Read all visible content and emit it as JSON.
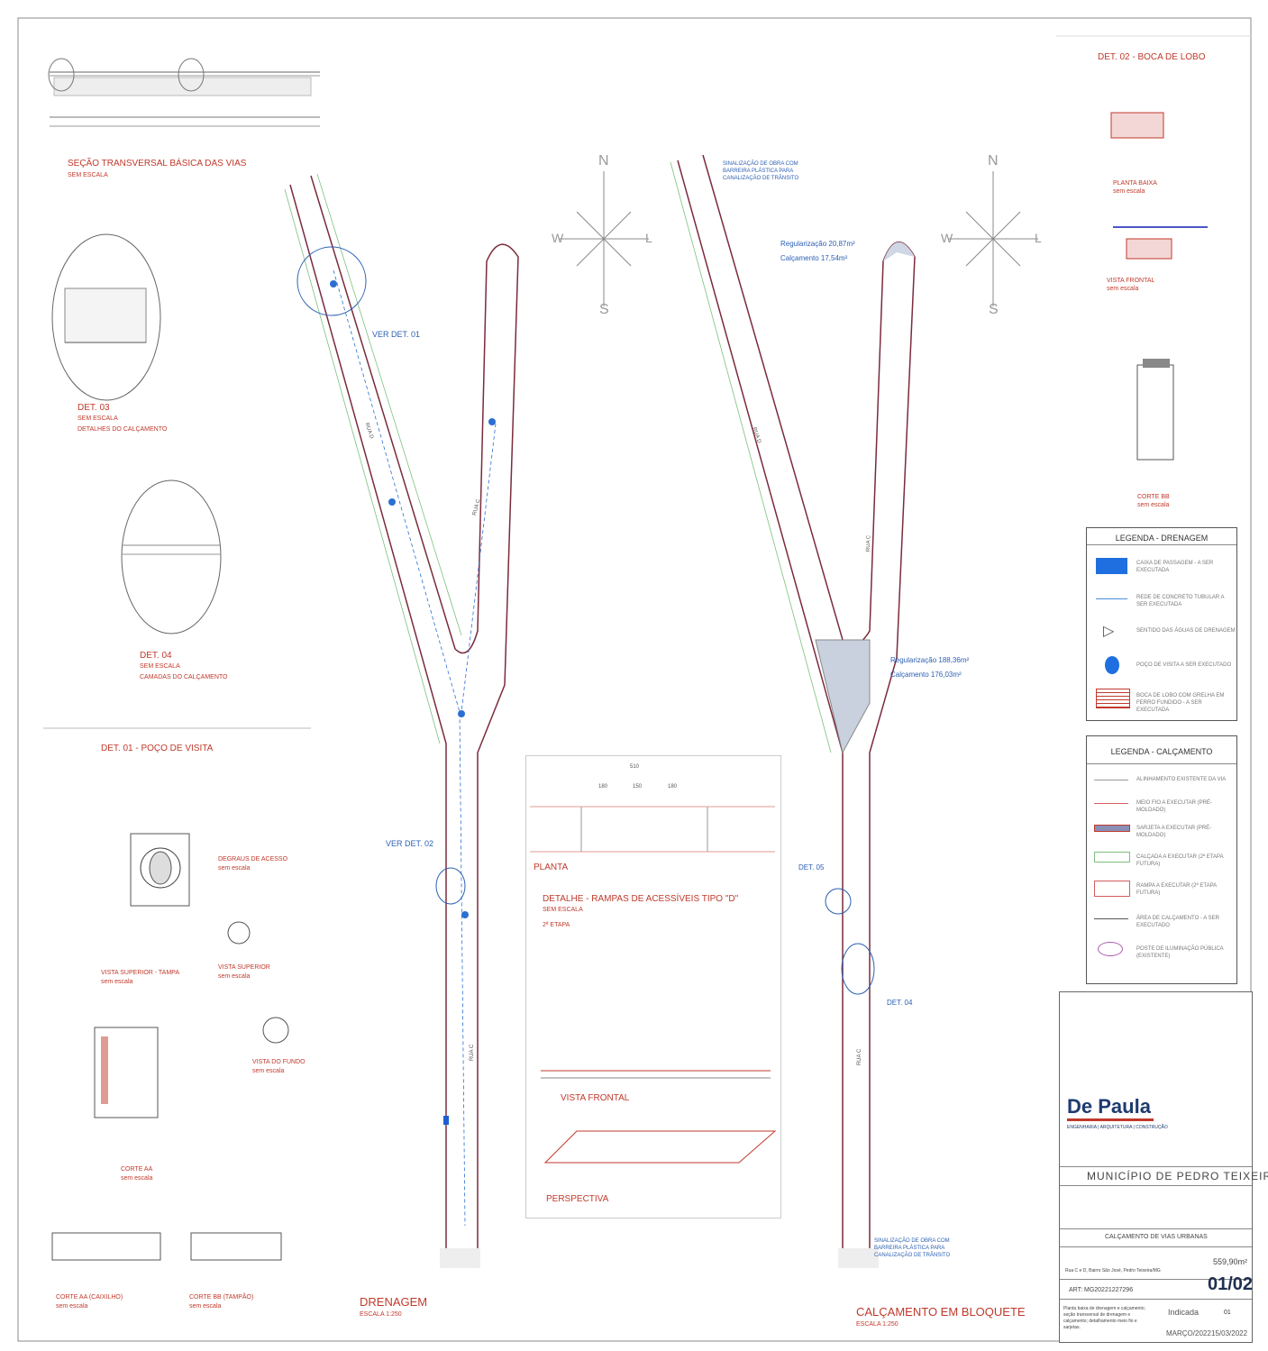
{
  "sheet": {
    "secao": {
      "title": "SEÇÃO TRANSVERSAL BÁSICA DAS VIAS",
      "sub": "SEM ESCALA"
    },
    "det03": {
      "title": "DET. 03",
      "sub": "SEM ESCALA",
      "caption": "DETALHES DO CALÇAMENTO"
    },
    "det04": {
      "title": "DET. 04",
      "sub": "SEM ESCALA",
      "caption": "CAMADAS DO CALÇAMENTO"
    },
    "det01": {
      "title": "DET. 01 - POÇO DE VISITA",
      "vista_superior_tampa": "VISTA SUPERIOR - TAMPA",
      "sem_escala_a": "sem escala",
      "degraus": "DEGRAUS DE ACESSO",
      "sem_escala_b": "sem escala",
      "vista_superior": "VISTA SUPERIOR",
      "sem_escala_c": "sem escala",
      "vista_fundo": "VISTA DO FUNDO",
      "sem_escala_d": "sem escala",
      "corte_aa": "CORTE AA",
      "sem_escala_e": "sem escala",
      "corte_aa_caixilho": "CORTE AA (CAIXILHO)",
      "sem_escala_f": "sem escala",
      "corte_bb_tampao": "CORTE BB (TAMPÃO)",
      "sem_escala_g": "sem escala"
    },
    "det02": {
      "title": "DET. 02 - BOCA DE LOBO",
      "planta_baixa": "PLANTA BAIXA",
      "pb_sub": "sem escala",
      "vista_frontal": "VISTA FRONTAL",
      "vf_sub": "sem escala",
      "corte_bb": "CORTE BB",
      "cb_sub": "sem escala"
    },
    "drenagem": {
      "title": "DRENAGEM",
      "escala": "ESCALA 1:250",
      "ver_det_01": "VER DET. 01",
      "ver_det_02": "VER DET. 02",
      "rua_c": "RUA C",
      "rua_d": "RUA D"
    },
    "calcamento": {
      "title": "CALÇAMENTO EM BLOQUETE",
      "escala": "ESCALA 1:250",
      "regularizacao_1": "Regularização 20,87m²",
      "calcamento_1": "Calçamento 17,54m²",
      "regularizacao_2": "Regularização 188,36m²",
      "calcamento_2": "Calçamento 176,03m²",
      "det05": "DET. 05",
      "det04": "DET. 04",
      "rua_c": "RUA C",
      "rua_d": "RUA D",
      "sinalizacao": "SINALIZAÇÃO DE OBRA COM BARREIRA PLÁSTICA PARA CANALIZAÇÃO DE TRÂNSITO"
    },
    "compass": {
      "n": "N",
      "s": "S",
      "w": "W",
      "l": "L"
    },
    "rampa": {
      "planta": "PLANTA",
      "title": "DETALHE - RAMPAS DE ACESSÍVEIS TIPO \"D\"",
      "sub": "SEM ESCALA",
      "etapa": "2ª ETAPA",
      "vista_frontal": "VISTA FRONTAL",
      "perspectiva": "PERSPECTIVA",
      "dim_total": "510",
      "dim_a": "180",
      "dim_b": "150",
      "dim_c": "180"
    },
    "legenda_drenagem": {
      "title": "LEGENDA - DRENAGEM",
      "items": [
        "CAIXA DE PASSAGEM - A SER EXECUTADA",
        "REDE DE CONCRETO TUBULAR A SER EXECUTADA",
        "SENTIDO DAS ÁGUAS DE DRENAGEM",
        "POÇO DE VISITA A SER EXECUTADO",
        "BOCA DE LOBO COM GRELHA EM FERRO FUNDIDO - A SER EXECUTADA"
      ]
    },
    "legenda_calcamento": {
      "title": "LEGENDA - CALÇAMENTO",
      "items": [
        "ALINHAMENTO EXISTENTE DA VIA",
        "MEIO FIO A EXECUTAR (PRÉ-MOLDADO)",
        "SARJETA A EXECUTAR (PRÉ-MOLDADO)",
        "CALÇADA A EXECUTAR (2ª ETAPA FUTURA)",
        "RAMPA A EXECUTAR (2ª ETAPA FUTURA)",
        "ÁREA DE CALÇAMENTO - A SER EXECUTADO",
        "POSTE DE ILUMINAÇÃO PÚBLICA (EXISTENTE)"
      ]
    },
    "title_block": {
      "company": "De Paula",
      "company_sub": "ENGENHARIA | ARQUITETURA | CONSTRUÇÃO",
      "municipio": "MUNICÍPIO DE PEDRO TEIXEIRA",
      "objeto": "CALÇAMENTO DE VIAS URBANAS",
      "art": "ART: MG20221227296",
      "local": "Rua C e D, Bairro São José, Pedro Teixeira/MG",
      "area": "559,90m²",
      "folha": "01/02",
      "escala": "Indicada",
      "data": "MARÇO/2022",
      "revisao": "01",
      "data2": "15/03/2022",
      "conteudo": "Planta baixa de drenagem e calçamento; seção transversal de drenagem e calçamento; detalhamento meio fio e sarjetas."
    }
  }
}
